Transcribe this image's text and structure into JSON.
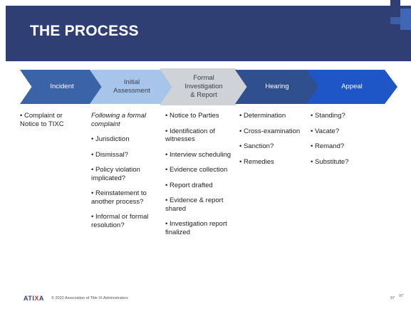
{
  "slide": {
    "title": "THE PROCESS",
    "steps": [
      {
        "label_lines": [
          "Incident"
        ]
      },
      {
        "label_lines": [
          "Initial",
          "Assessment"
        ]
      },
      {
        "label_lines": [
          "Formal",
          "Investigation",
          "& Report"
        ]
      },
      {
        "label_lines": [
          "Hearing"
        ]
      },
      {
        "label_lines": [
          "Appeal"
        ]
      }
    ],
    "incident_items": [
      "Complaint or Notice to TIXC"
    ],
    "assessment_lead": "Following a formal complaint",
    "assessment_items": [
      "Jurisdiction",
      "Dismissal?",
      "Policy violation implicated?",
      "Reinstatement to another process?",
      "Informal or formal resolution?"
    ],
    "investigation_items": [
      "Notice to Parties",
      "Identification of witnesses",
      "Interview scheduling",
      "Evidence collection",
      "Report drafted",
      "Evidence & report shared",
      "Investigation report finalized"
    ],
    "hearing_items": [
      "Determination",
      "Cross-examination",
      "Sanction?",
      "Remedies"
    ],
    "appeal_items": [
      "Standing?",
      "Vacate?",
      "Remand?",
      "Substitute?"
    ]
  },
  "footer": {
    "logo_main": "ATI",
    "logo_accent": "X",
    "logo_end": "A",
    "copyright": "© 2022 Association of Title IX Administrators",
    "page_number_small": "97",
    "page_number": "97"
  },
  "colors": {
    "header": "#2f3e73",
    "step_incident": "#3b63a8",
    "step_assessment": "#a7c4ea",
    "step_investigation": "#cfd2d7",
    "step_hearing": "#2f4f8f",
    "step_appeal": "#1e56c8"
  }
}
